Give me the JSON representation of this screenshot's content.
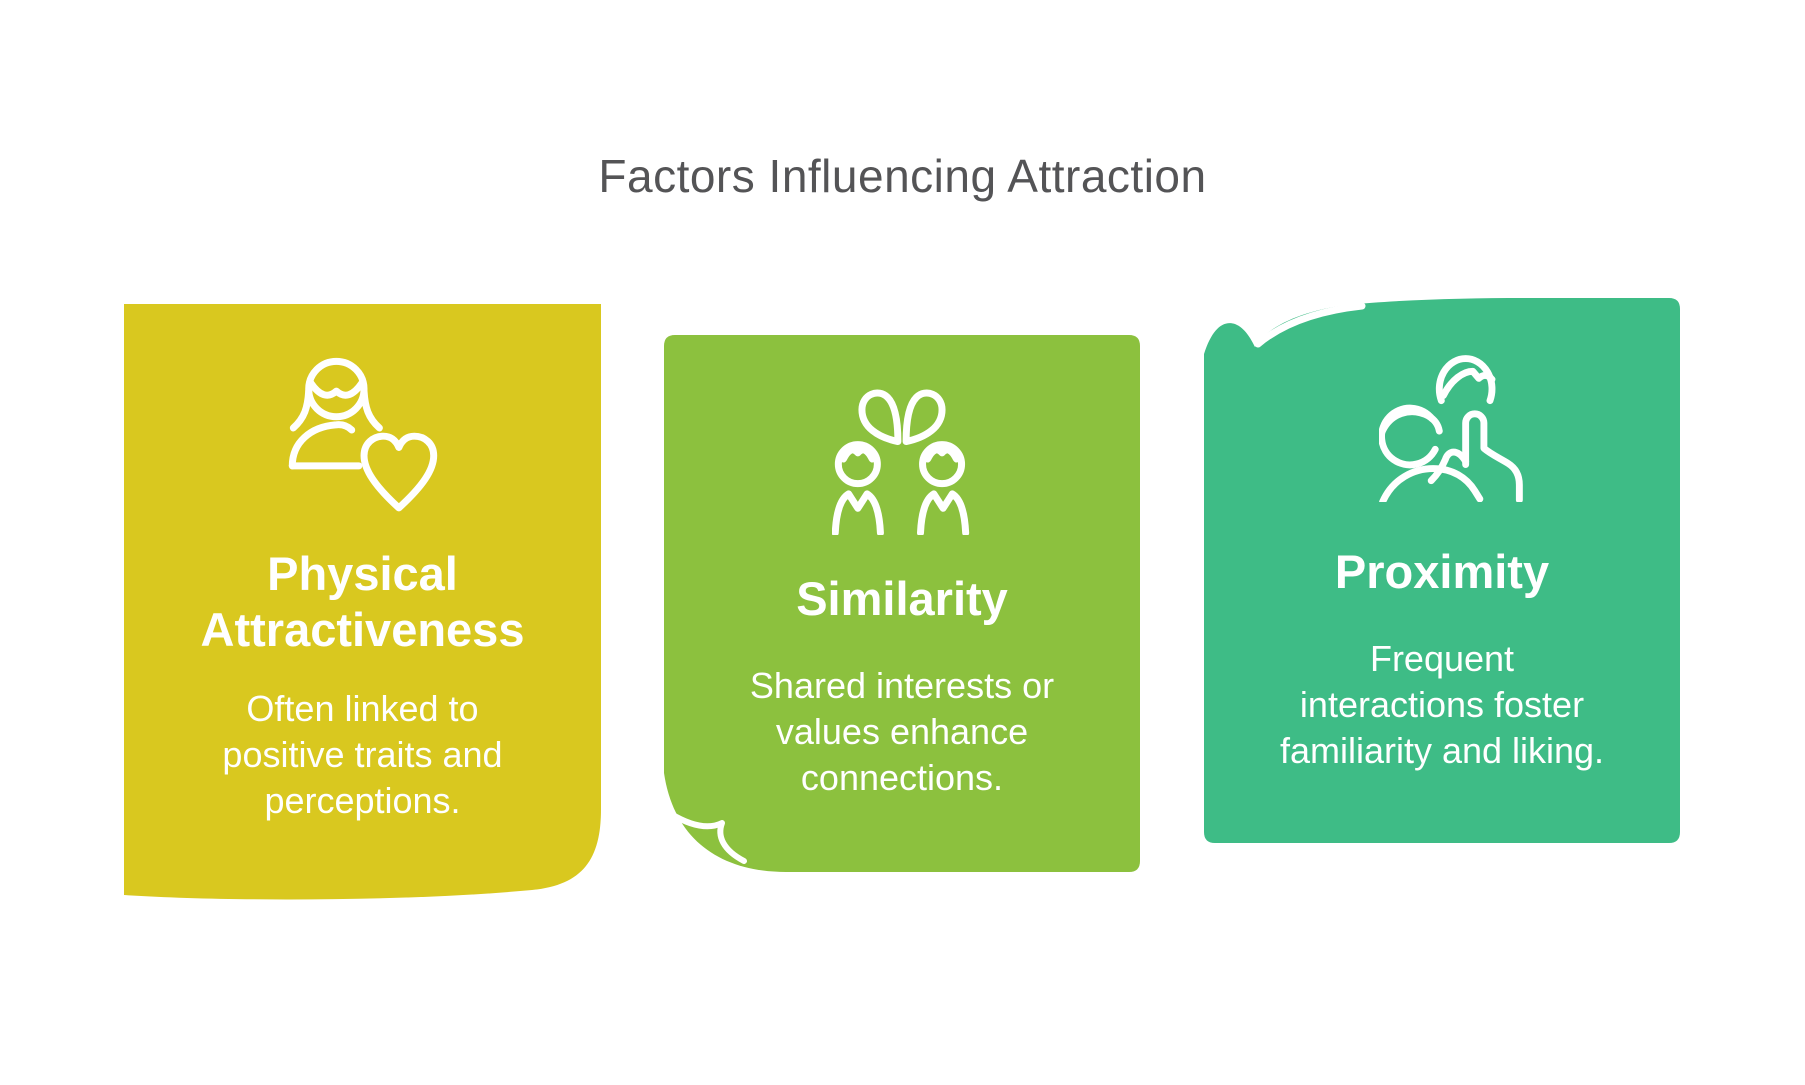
{
  "page": {
    "title": "Factors Influencing Attraction",
    "background_color": "#ffffff",
    "title_color": "#545456",
    "text_color": "#ffffff"
  },
  "cards": [
    {
      "name": "physical-attractiveness",
      "title": "Physical Attractiveness",
      "description": "Often linked to positive traits and perceptions.",
      "lines": [
        "Often linked to",
        "positive traits and",
        "perceptions."
      ],
      "color": "#d9c81f",
      "icon": "woman-with-heart-icon",
      "fold": "bottom-right-curl"
    },
    {
      "name": "similarity",
      "title": "Similarity",
      "description": "Shared interests or values enhance connections.",
      "lines": [
        "Shared interests or",
        "values enhance",
        "connections."
      ],
      "color": "#8cc13e",
      "icon": "two-matching-people-icon",
      "fold": "bottom-left-page-curl"
    },
    {
      "name": "proximity",
      "title": "Proximity",
      "description": "Frequent interactions foster familiarity and liking.",
      "lines": [
        "Frequent",
        "interactions foster",
        "familiarity and liking."
      ],
      "color": "#3ebc86",
      "icon": "two-people-close-icon",
      "fold": "top-left-page-curl"
    }
  ]
}
